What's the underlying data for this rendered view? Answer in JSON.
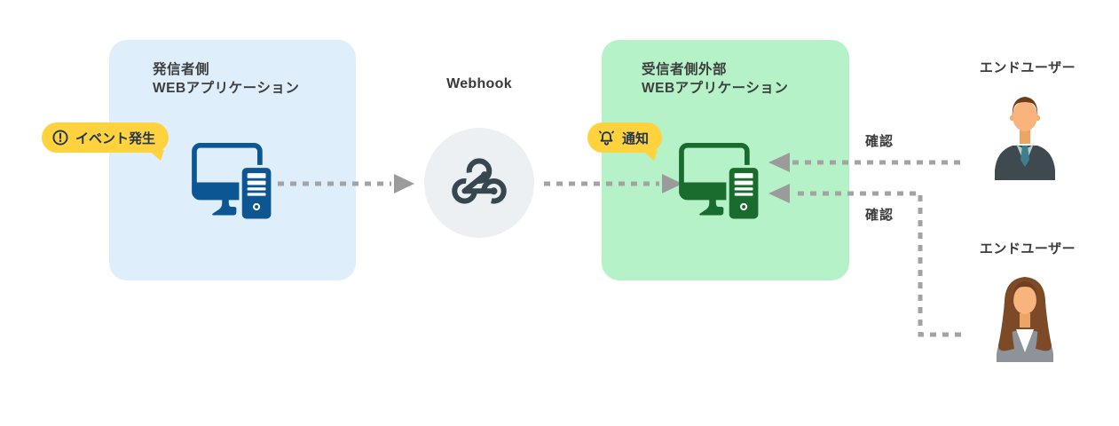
{
  "diagram_title": "Webhook flow diagram",
  "sender": {
    "title_line1": "発信者側",
    "title_line2": "WEBアプリケーション",
    "badge_label": "イベント発生",
    "badge_icon": "exclamation-circle",
    "app_icon": "desktop-computer"
  },
  "webhook": {
    "label": "Webhook",
    "icon": "webhook"
  },
  "receiver": {
    "title_line1": "受信者側外部",
    "title_line2": "WEBアプリケーション",
    "badge_label": "通知",
    "badge_icon": "bell",
    "app_icon": "desktop-computer"
  },
  "end_users": [
    {
      "label": "エンドユーザー",
      "confirm_label": "確認",
      "icon": "person-male-suit"
    },
    {
      "label": "エンドユーザー",
      "confirm_label": "確認",
      "icon": "person-female-suit"
    }
  ],
  "arrows": [
    {
      "from": "sender-app",
      "to": "webhook",
      "style": "dashed"
    },
    {
      "from": "webhook",
      "to": "receiver-app",
      "style": "dashed"
    },
    {
      "from": "end-user-1",
      "to": "receiver-app",
      "style": "dashed",
      "label": "確認"
    },
    {
      "from": "end-user-2",
      "to": "receiver-app",
      "style": "dashed",
      "label": "確認"
    }
  ],
  "colors": {
    "sender_box_bg": "#dfeefb",
    "receiver_box_bg": "#b5f2c8",
    "badge_bg": "#ffd23e",
    "badge_text": "#213450",
    "sender_icon": "#0d5694",
    "receiver_icon": "#1a6b2e",
    "webhook_circle_bg": "#edf0f3",
    "webhook_icon": "#37474f",
    "arrow_gray": "#a3a3a3",
    "heading_text": "#3e3e3e"
  }
}
